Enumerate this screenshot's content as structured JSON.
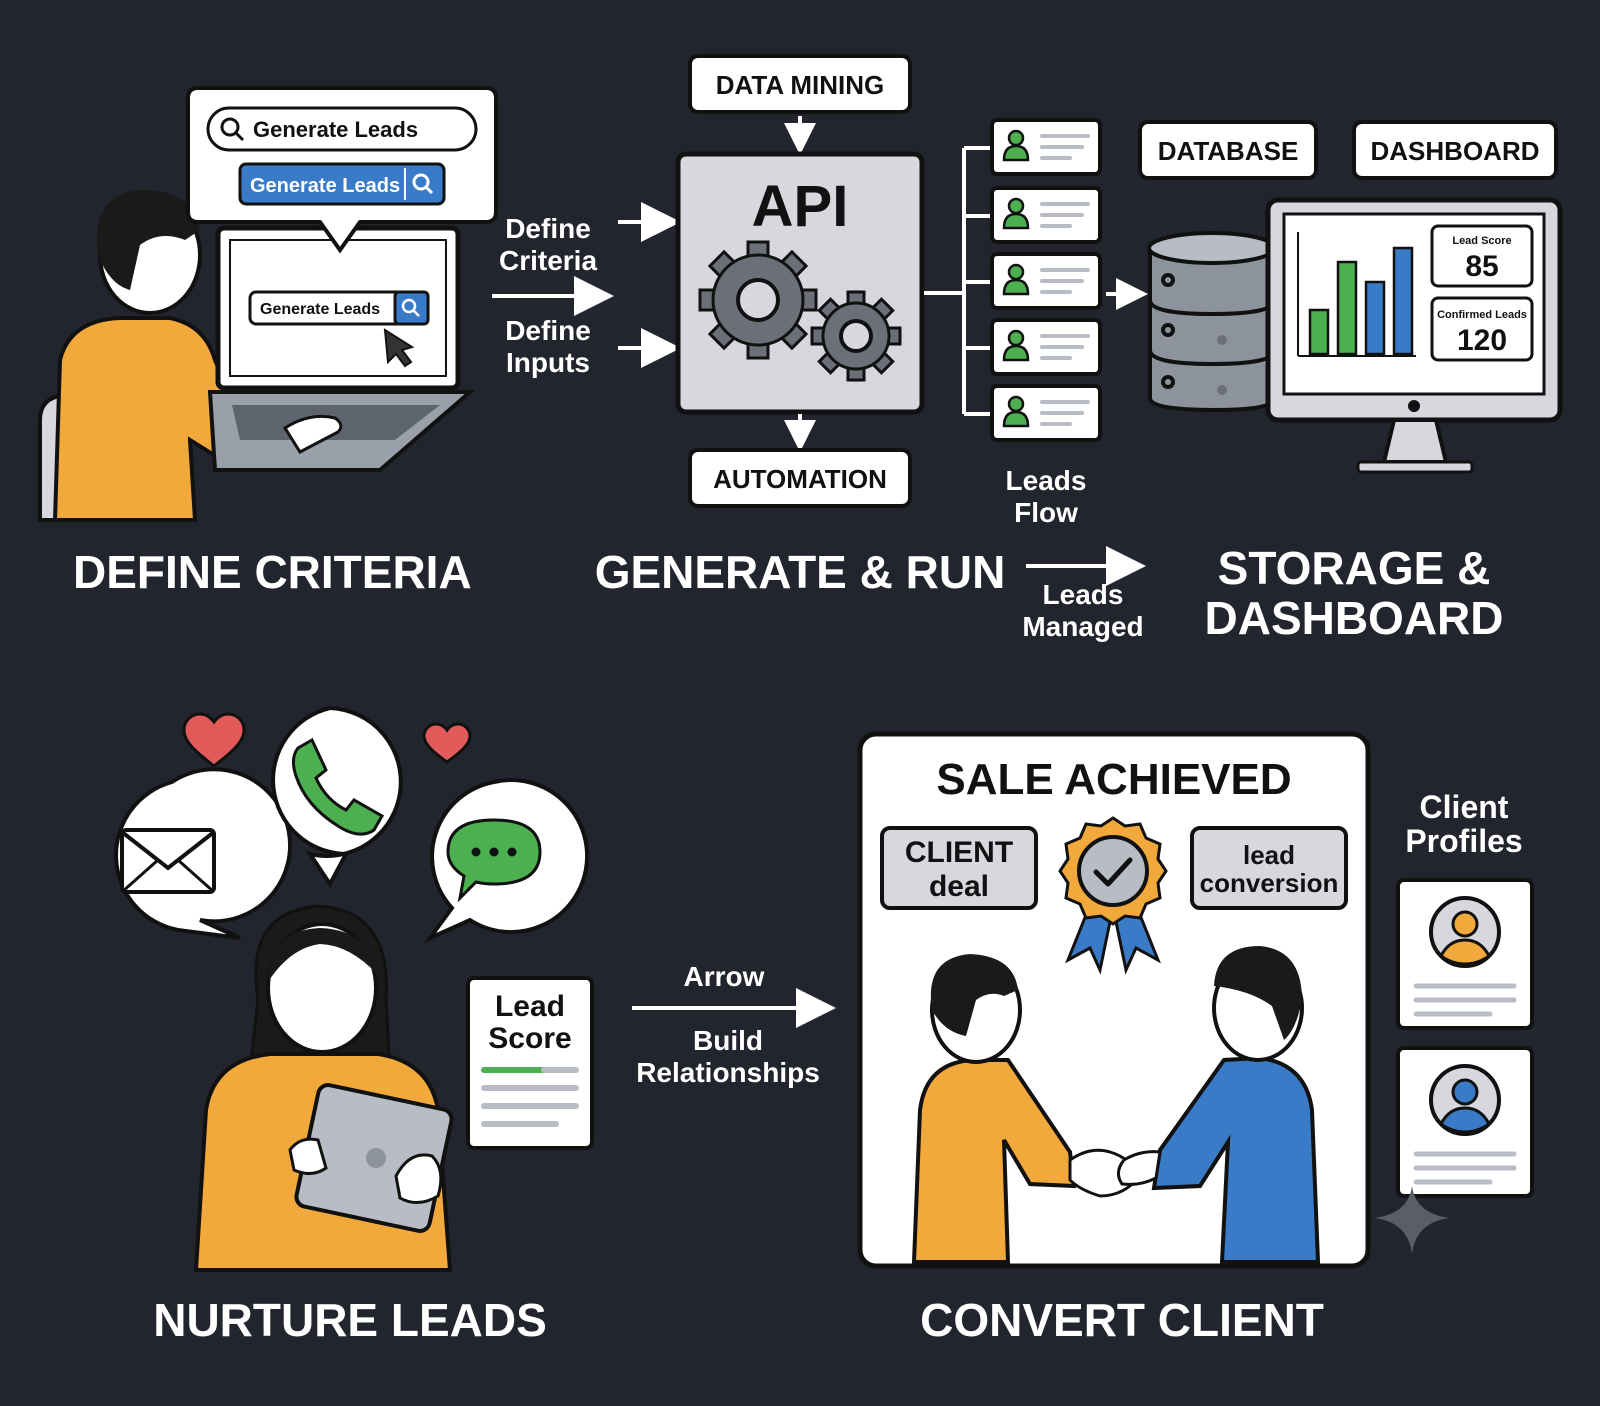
{
  "sections": {
    "define_criteria": {
      "title": "DEFINE CRITERIA",
      "search_bar_text": "Generate Leads",
      "button_text": "Generate Leads",
      "laptop_search_text": "Generate Leads"
    },
    "generate_run": {
      "title": "GENERATE & RUN",
      "input_criteria_line1": "Define",
      "input_criteria_line2": "Criteria",
      "input_inputs_line1": "Define",
      "input_inputs_line2": "Inputs",
      "top_label": "DATA MINING",
      "engine_label": "API",
      "bottom_label": "AUTOMATION",
      "flow_line1": "Leads",
      "flow_line2": "Flow",
      "managed_line1": "Leads",
      "managed_line2": "Managed"
    },
    "storage_dashboard": {
      "title_line1": "STORAGE &",
      "title_line2": "DASHBOARD",
      "database_label": "DATABASE",
      "dashboard_label": "DASHBOARD",
      "kpis": [
        {
          "label": "Lead Score",
          "value": "85"
        },
        {
          "label": "Confirmed Leads",
          "value": "120"
        }
      ],
      "bar_colors": [
        "#4caf50",
        "#4caf50",
        "#3a7bc8",
        "#3a7bc8"
      ]
    },
    "nurture": {
      "title": "NURTURE LEADS",
      "card_line1": "Lead",
      "card_line2": "Score",
      "arrow_top": "Arrow",
      "arrow_bottom_line1": "Build",
      "arrow_bottom_line2": "Relationships",
      "channel_icons": [
        "envelope-icon",
        "phone-icon",
        "chat-icon"
      ]
    },
    "convert": {
      "title": "CONVERT CLIENT",
      "panel_title": "SALE ACHIEVED",
      "tag_left_line1": "CLIENT",
      "tag_left_line2": "deal",
      "tag_right_line1": "lead",
      "tag_right_line2": "conversion",
      "profiles_line1": "Client",
      "profiles_line2": "Profiles"
    }
  },
  "colors": {
    "background": "#22252d",
    "accent_orange": "#f2a93b",
    "accent_blue": "#3a7bc8",
    "accent_green": "#4caf50",
    "heart_red": "#e35a5a"
  }
}
